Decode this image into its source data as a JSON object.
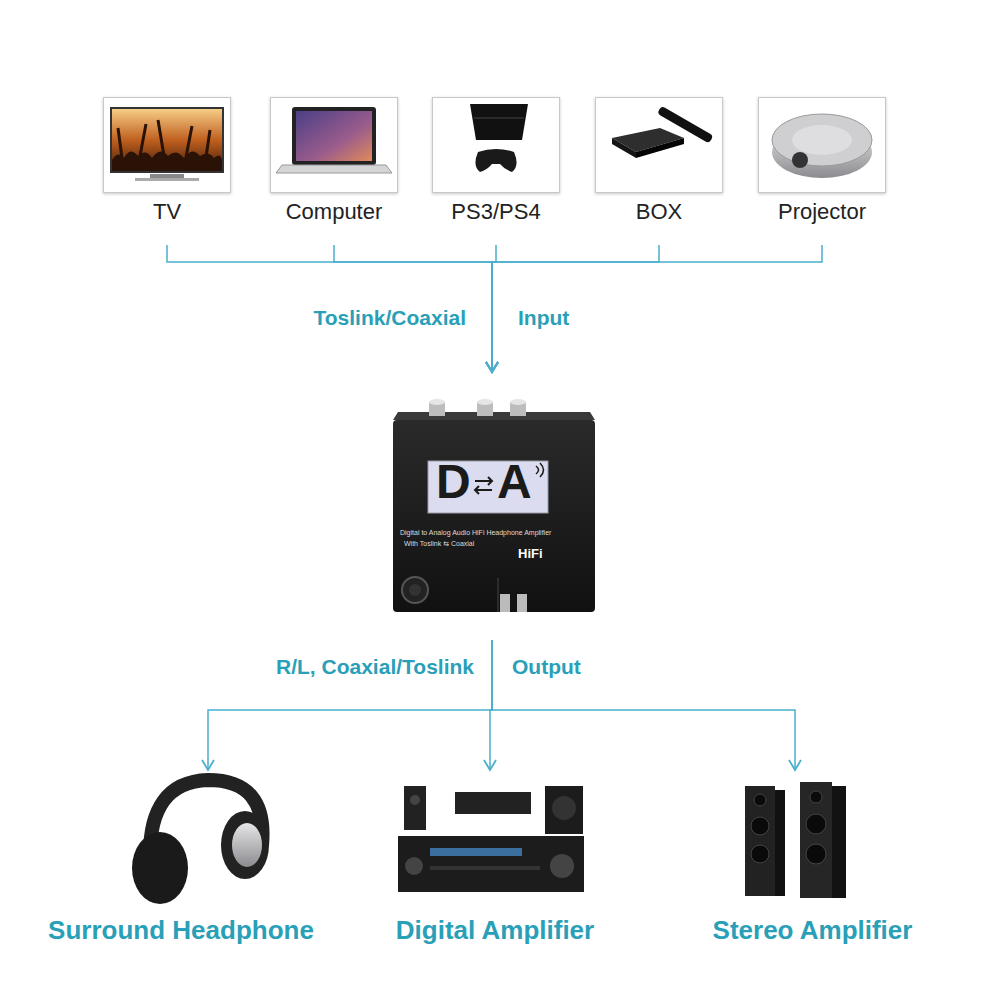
{
  "diagram": {
    "nodes": [
      {
        "text": [
          "TV"
        ]
      },
      {
        "text": [
          "Computer"
        ]
      },
      {
        "text": [
          "PS3/PS4"
        ]
      },
      {
        "text": [
          "BOX"
        ]
      },
      {
        "text": [
          "Projector"
        ]
      },
      {
        "text": [
          "D",
          "A",
          "Digital to Analog Audio HiFi Headphone Amplifier",
          "With Toslink ⇆ Coaxial",
          "HiFi"
        ]
      },
      {
        "text": [
          "Surround Headphone"
        ]
      },
      {
        "text": [
          "Digital Amplifier"
        ]
      },
      {
        "text": [
          "Stereo Amplifier"
        ]
      }
    ],
    "edges": [
      {
        "from": 0,
        "to": 5,
        "arrow": "to"
      },
      {
        "from": 1,
        "to": 5,
        "arrow": "to"
      },
      {
        "from": 2,
        "to": 5,
        "arrow": "to"
      },
      {
        "from": 3,
        "to": 5,
        "arrow": "to"
      },
      {
        "from": 4,
        "to": 5,
        "arrow": "to"
      },
      {
        "from": 5,
        "to": 6,
        "arrow": "to"
      },
      {
        "from": 5,
        "to": 7,
        "arrow": "to"
      },
      {
        "from": 5,
        "to": 8,
        "arrow": "to"
      }
    ],
    "labels": [
      "Toslink/Coaxial",
      "Input",
      "R/L, Coaxial/Toslink",
      "Output"
    ]
  }
}
